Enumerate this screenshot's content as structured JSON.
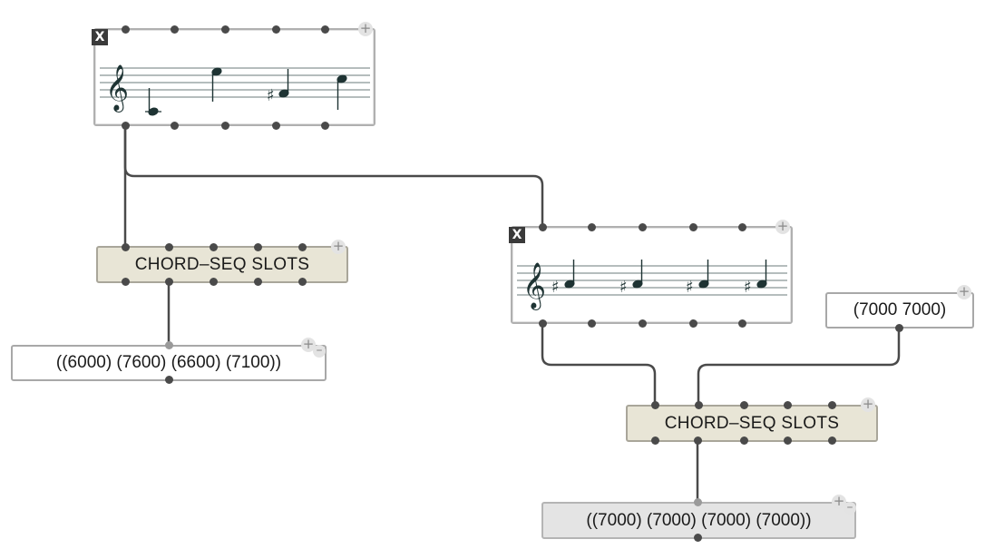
{
  "canvas": {
    "score_box_1": {
      "close_label": "X",
      "clef": "treble",
      "notes": [
        "C4",
        "E5",
        "F#4",
        "B4"
      ]
    },
    "score_box_2": {
      "close_label": "X",
      "clef": "treble",
      "notes": [
        "A#4",
        "A#4",
        "A#4",
        "A#4"
      ]
    },
    "slots_box_1": {
      "label": "CHORD–SEQ SLOTS"
    },
    "slots_box_2": {
      "label": "CHORD–SEQ SLOTS"
    },
    "value_box_1": {
      "text": "((6000) (7600) (6600) (7100))"
    },
    "value_box_2": {
      "text": "(7000 7000)"
    },
    "value_box_3": {
      "text": "((7000) (7000) (7000) (7000))"
    },
    "plus_label": "+",
    "minus_label": "–",
    "colors": {
      "wire": "#4a4a4a",
      "slots_fill": "#e8e5d6",
      "value_fill_grey": "#e4e4e4",
      "staff": "#6b7b7b",
      "note": "#1e3333"
    }
  }
}
